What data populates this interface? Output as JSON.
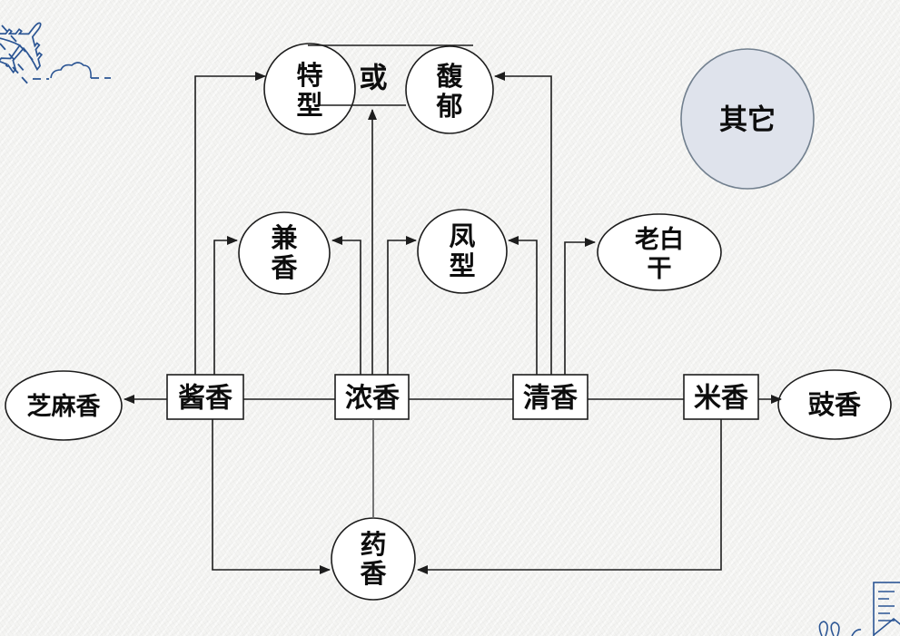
{
  "diagram": {
    "description": "Flowchart of Chinese baijiu aroma-type derivations",
    "nodes": {
      "texing": {
        "lines": [
          "特",
          "型"
        ]
      },
      "or": {
        "label": "或"
      },
      "fuyu": {
        "lines": [
          "馥",
          "郁"
        ]
      },
      "qita": {
        "label": "其它"
      },
      "jianxiang_blend": {
        "lines": [
          "兼",
          "香"
        ]
      },
      "fengxing": {
        "lines": [
          "凤",
          "型"
        ]
      },
      "laobaigan": {
        "lines": [
          "老白",
          "干"
        ]
      },
      "zhimaxiang": {
        "label": "芝麻香"
      },
      "jiangxiang": {
        "label": "酱香"
      },
      "nongxiang": {
        "label": "浓香"
      },
      "qingxiang": {
        "label": "清香"
      },
      "mixiang": {
        "label": "米香"
      },
      "chixiang": {
        "label": "豉香"
      },
      "yaoxiang": {
        "lines": [
          "药",
          "香"
        ]
      }
    },
    "edges": [
      {
        "from": "酱香",
        "to": "芝麻香",
        "arrow": true
      },
      {
        "from": "酱香",
        "to": "特型",
        "arrow": true
      },
      {
        "from": "酱香",
        "to": "兼香",
        "arrow": true
      },
      {
        "from": "酱香",
        "to": "药香",
        "arrow": true
      },
      {
        "from": "酱香",
        "to": "浓香",
        "arrow": false
      },
      {
        "from": "浓香",
        "to": "兼香",
        "arrow": true
      },
      {
        "from": "浓香",
        "to": "特型或馥郁",
        "arrow": true
      },
      {
        "from": "浓香",
        "to": "凤型",
        "arrow": true
      },
      {
        "from": "浓香",
        "to": "药香",
        "arrow": false
      },
      {
        "from": "浓香",
        "to": "清香",
        "arrow": false
      },
      {
        "from": "清香",
        "to": "凤型",
        "arrow": true
      },
      {
        "from": "清香",
        "to": "馥郁",
        "arrow": true
      },
      {
        "from": "清香",
        "to": "老白干",
        "arrow": true
      },
      {
        "from": "清香",
        "to": "米香",
        "arrow": false
      },
      {
        "from": "米香",
        "to": "豉香",
        "arrow": true
      },
      {
        "from": "米香",
        "to": "药香",
        "arrow": true
      },
      {
        "from": "特型",
        "to": "馥郁",
        "arrow": false
      }
    ],
    "icons": {
      "plane": "✈"
    },
    "colors": {
      "background": "#f4f4f2",
      "line": "#1d1d1d",
      "node_fill": "#ffffff",
      "other_fill": "#dfe3ec",
      "other_stroke": "#72808f",
      "decor": "#2b5594"
    }
  }
}
